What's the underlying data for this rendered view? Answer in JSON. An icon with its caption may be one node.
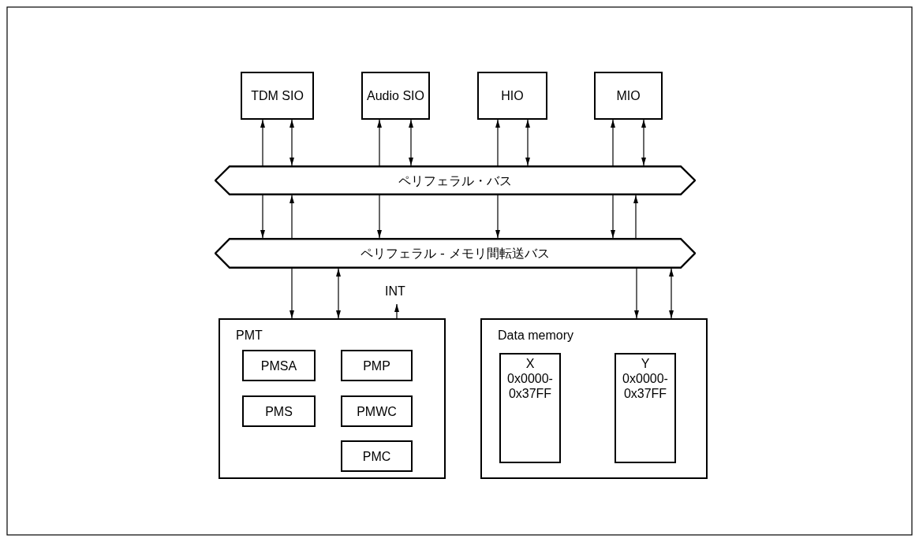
{
  "diagram": {
    "nodes": [
      {
        "text": [
          "TDM SIO"
        ]
      },
      {
        "text": [
          "Audio SIO"
        ]
      },
      {
        "text": [
          "HIO"
        ]
      },
      {
        "text": [
          "MIO"
        ]
      },
      {
        "text": [
          "ペリフェラル・バス"
        ]
      },
      {
        "text": [
          "ペリフェラル - メモリ間転送バス"
        ]
      },
      {
        "text": [
          "PMT"
        ]
      },
      {
        "text": [
          "PMSA"
        ],
        "in": 6
      },
      {
        "text": [
          "PMP"
        ],
        "in": 6
      },
      {
        "text": [
          "PMS"
        ],
        "in": 6
      },
      {
        "text": [
          "PMWC"
        ],
        "in": 6
      },
      {
        "text": [
          "PMC"
        ],
        "in": 6
      },
      {
        "text": [
          "Data memory"
        ]
      },
      {
        "text": [
          "X",
          "0x0000- 0x37FF"
        ],
        "in": 12
      },
      {
        "text": [
          "Y",
          "0x0000- 0x37FF"
        ],
        "in": 12
      }
    ],
    "edges": [
      {
        "from": 4,
        "to": 0,
        "arrow": "to"
      },
      {
        "from": 4,
        "to": 0,
        "arrow": "both"
      },
      {
        "from": 4,
        "to": 1,
        "arrow": "to"
      },
      {
        "from": 4,
        "to": 1,
        "arrow": "both"
      },
      {
        "from": 4,
        "to": 2,
        "arrow": "to"
      },
      {
        "from": 4,
        "to": 2,
        "arrow": "both"
      },
      {
        "from": 4,
        "to": 3,
        "arrow": "to"
      },
      {
        "from": 4,
        "to": 3,
        "arrow": "both"
      },
      {
        "from": 4,
        "to": 5,
        "arrow": "to"
      },
      {
        "from": 5,
        "to": 4,
        "arrow": "to"
      },
      {
        "from": 4,
        "to": 5,
        "arrow": "to"
      },
      {
        "from": 4,
        "to": 5,
        "arrow": "to"
      },
      {
        "from": 4,
        "to": 5,
        "arrow": "to"
      },
      {
        "from": 5,
        "to": 4,
        "arrow": "to"
      },
      {
        "from": 5,
        "to": 6,
        "arrow": "to"
      },
      {
        "from": 5,
        "to": 6,
        "arrow": "both"
      },
      {
        "from": 6,
        "to": null,
        "arrow": "to",
        "label": "INT"
      },
      {
        "from": 5,
        "to": 12,
        "arrow": "to"
      },
      {
        "from": 5,
        "to": 12,
        "arrow": "both"
      }
    ]
  }
}
